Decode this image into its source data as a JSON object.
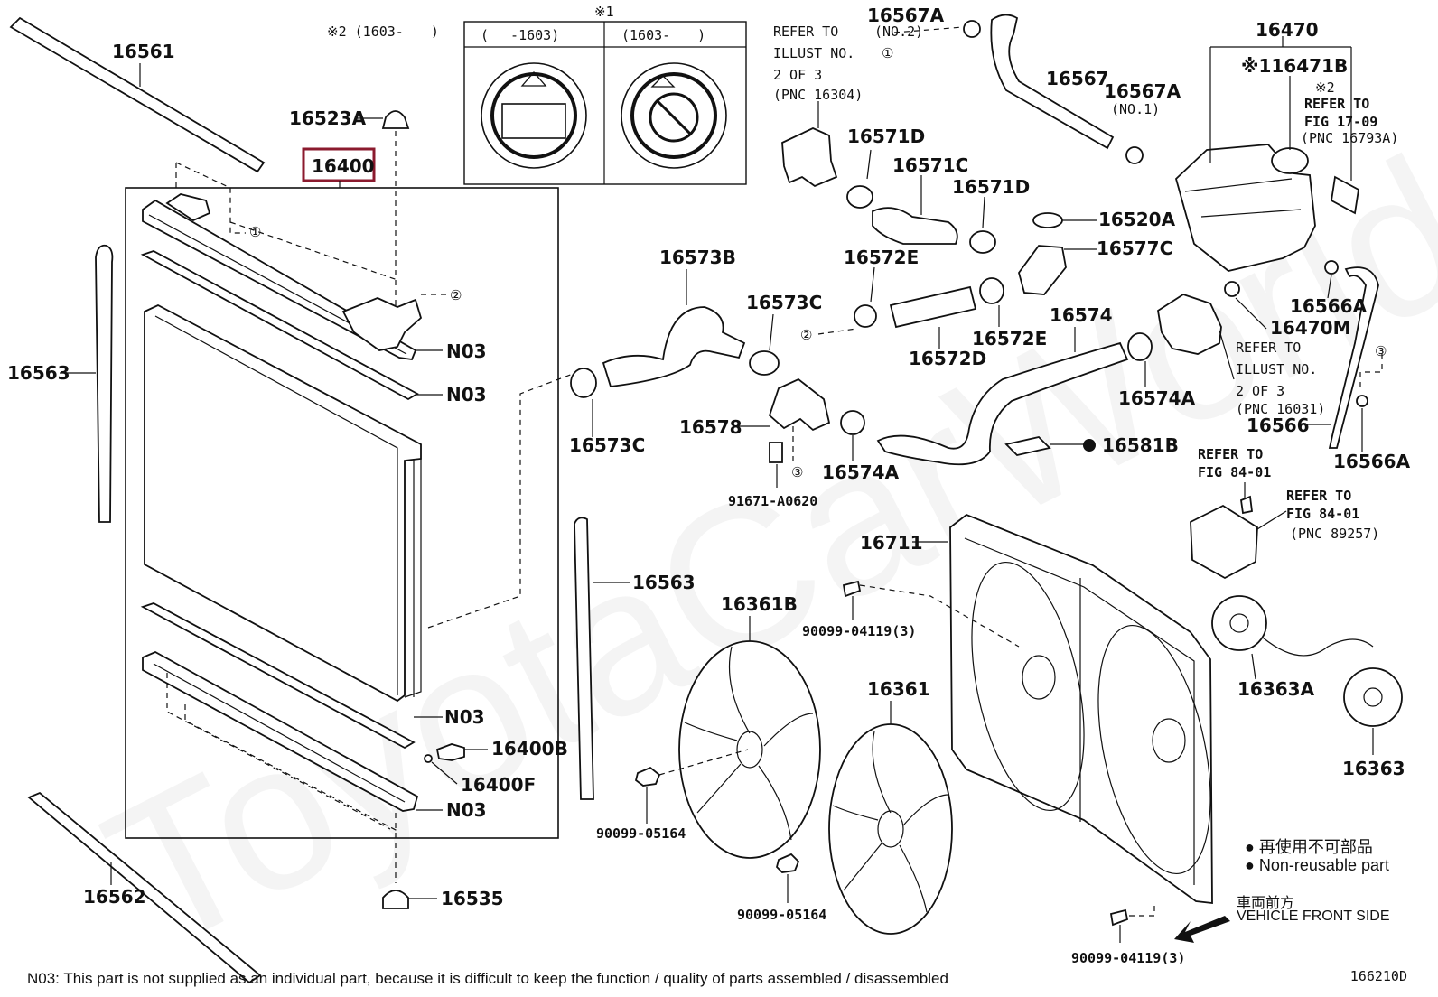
{
  "diagram": {
    "code": "166210D",
    "watermark": "ToyotaCarWorld",
    "highlight_color": "#8b1a2e",
    "footnote": "N03: This part is not supplied as an individual part, because it is difficult to keep the function / quality of parts assembled / disassembled",
    "legend": {
      "nonreusable_ja": "再使用不可部品",
      "nonreusable_en": "Non-reusable part"
    },
    "front": {
      "ja": "車両前方",
      "en": "VEHICLE FRONT SIDE"
    },
    "notes": {
      "n1_mark": "※1",
      "n1_left": "(　 -1603)",
      "n1_right": "(1603-　　)",
      "n2_date": "※2 (1603-　　)",
      "ref_16304": [
        "REFER TO",
        "ILLUST NO.",
        "2 OF 3",
        "(PNC 16304)"
      ],
      "ref_16031": [
        "REFER TO",
        "ILLUST NO.",
        "2 OF 3",
        "(PNC 16031)"
      ],
      "ref_fig_17": [
        "※2",
        "REFER TO",
        "FIG 17-09",
        "(PNC 16793A)"
      ],
      "ref_fig_84a": [
        "REFER TO",
        "FIG 84-01"
      ],
      "ref_fig_84b": [
        "REFER TO",
        "FIG 84-01",
        "(PNC 89257)"
      ],
      "no2": "(NO.2)",
      "no1": "(NO.1)",
      "c1": "①",
      "c2": "②",
      "c3": "③"
    },
    "labels": {
      "p16561": "16561",
      "p16523A": "16523A",
      "p16400": "16400",
      "p16563a": "16563",
      "p16563b": "16563",
      "pN03_1": "N03",
      "pN03_2": "N03",
      "pN03_3": "N03",
      "pN03_4": "N03",
      "p16400B": "16400B",
      "p16400F": "16400F",
      "p16562": "16562",
      "p16535": "16535",
      "p16567A2": "16567A",
      "p16567": "16567",
      "p16567A1": "16567A",
      "p16470": "16470",
      "p16471B": "※116471B",
      "p16571D1": "16571D",
      "p16571C": "16571C",
      "p16571D2": "16571D",
      "p16520A": "16520A",
      "p16577C": "16577C",
      "p16573B": "16573B",
      "p16572E1": "16572E",
      "p16573C1": "16573C",
      "p16572D": "16572D",
      "p16572E2": "16572E",
      "p16574": "16574",
      "p16566A1": "16566A",
      "p16470M": "16470M",
      "p16573C2": "16573C",
      "p16578": "16578",
      "p16574A1": "16574A",
      "p16574A2": "16574A",
      "p16581B": "16581B",
      "p16566": "16566",
      "p16566A2": "16566A",
      "p91671": "91671-A0620",
      "p16711": "16711",
      "p16361B": "16361B",
      "p90099_04119a": "90099-04119(3)",
      "p16361": "16361",
      "p16363A": "16363A",
      "p16363": "16363",
      "p90099_05164a": "90099-05164",
      "p90099_05164b": "90099-05164",
      "p90099_04119b": "90099-04119(3)"
    }
  }
}
